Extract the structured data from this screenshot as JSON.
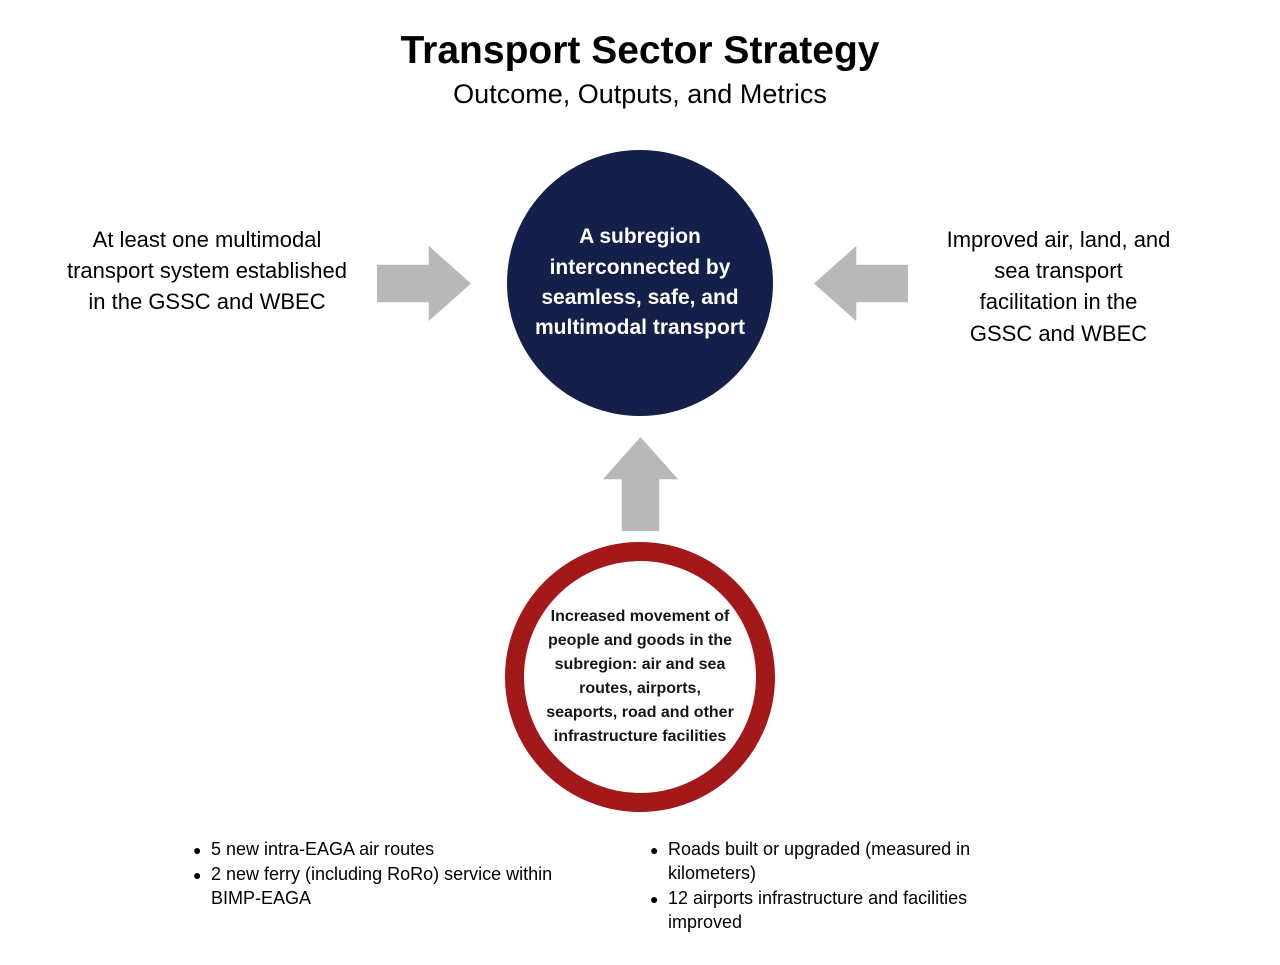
{
  "header": {
    "title": "Transport Sector Strategy",
    "subtitle": "Outcome, Outputs, and Metrics"
  },
  "outcome": {
    "text": "A subregion interconnected by seamless, safe, and multimodal transport"
  },
  "left_metric": {
    "text": "At least one multimodal transport system established in the GSSC and WBEC"
  },
  "right_metric": {
    "text": "Improved air, land, and sea transport facilitation in the GSSC and WBEC"
  },
  "output": {
    "text": "Increased movement of people and goods in the subregion: air and sea routes, airports, seaports, road and other infrastructure facilities"
  },
  "bullets_left": [
    "5 new intra-EAGA air routes",
    "2 new ferry (including RoRo) service within BIMP-EAGA"
  ],
  "bullets_right": [
    "Roads built or upgraded (measured in kilometers)",
    "12 airports infrastructure and facilities improved"
  ],
  "bullet_glyph": "●",
  "colors": {
    "navy": "#141f4a",
    "red": "#a31818",
    "arrow_gray": "#b8b8b8"
  }
}
